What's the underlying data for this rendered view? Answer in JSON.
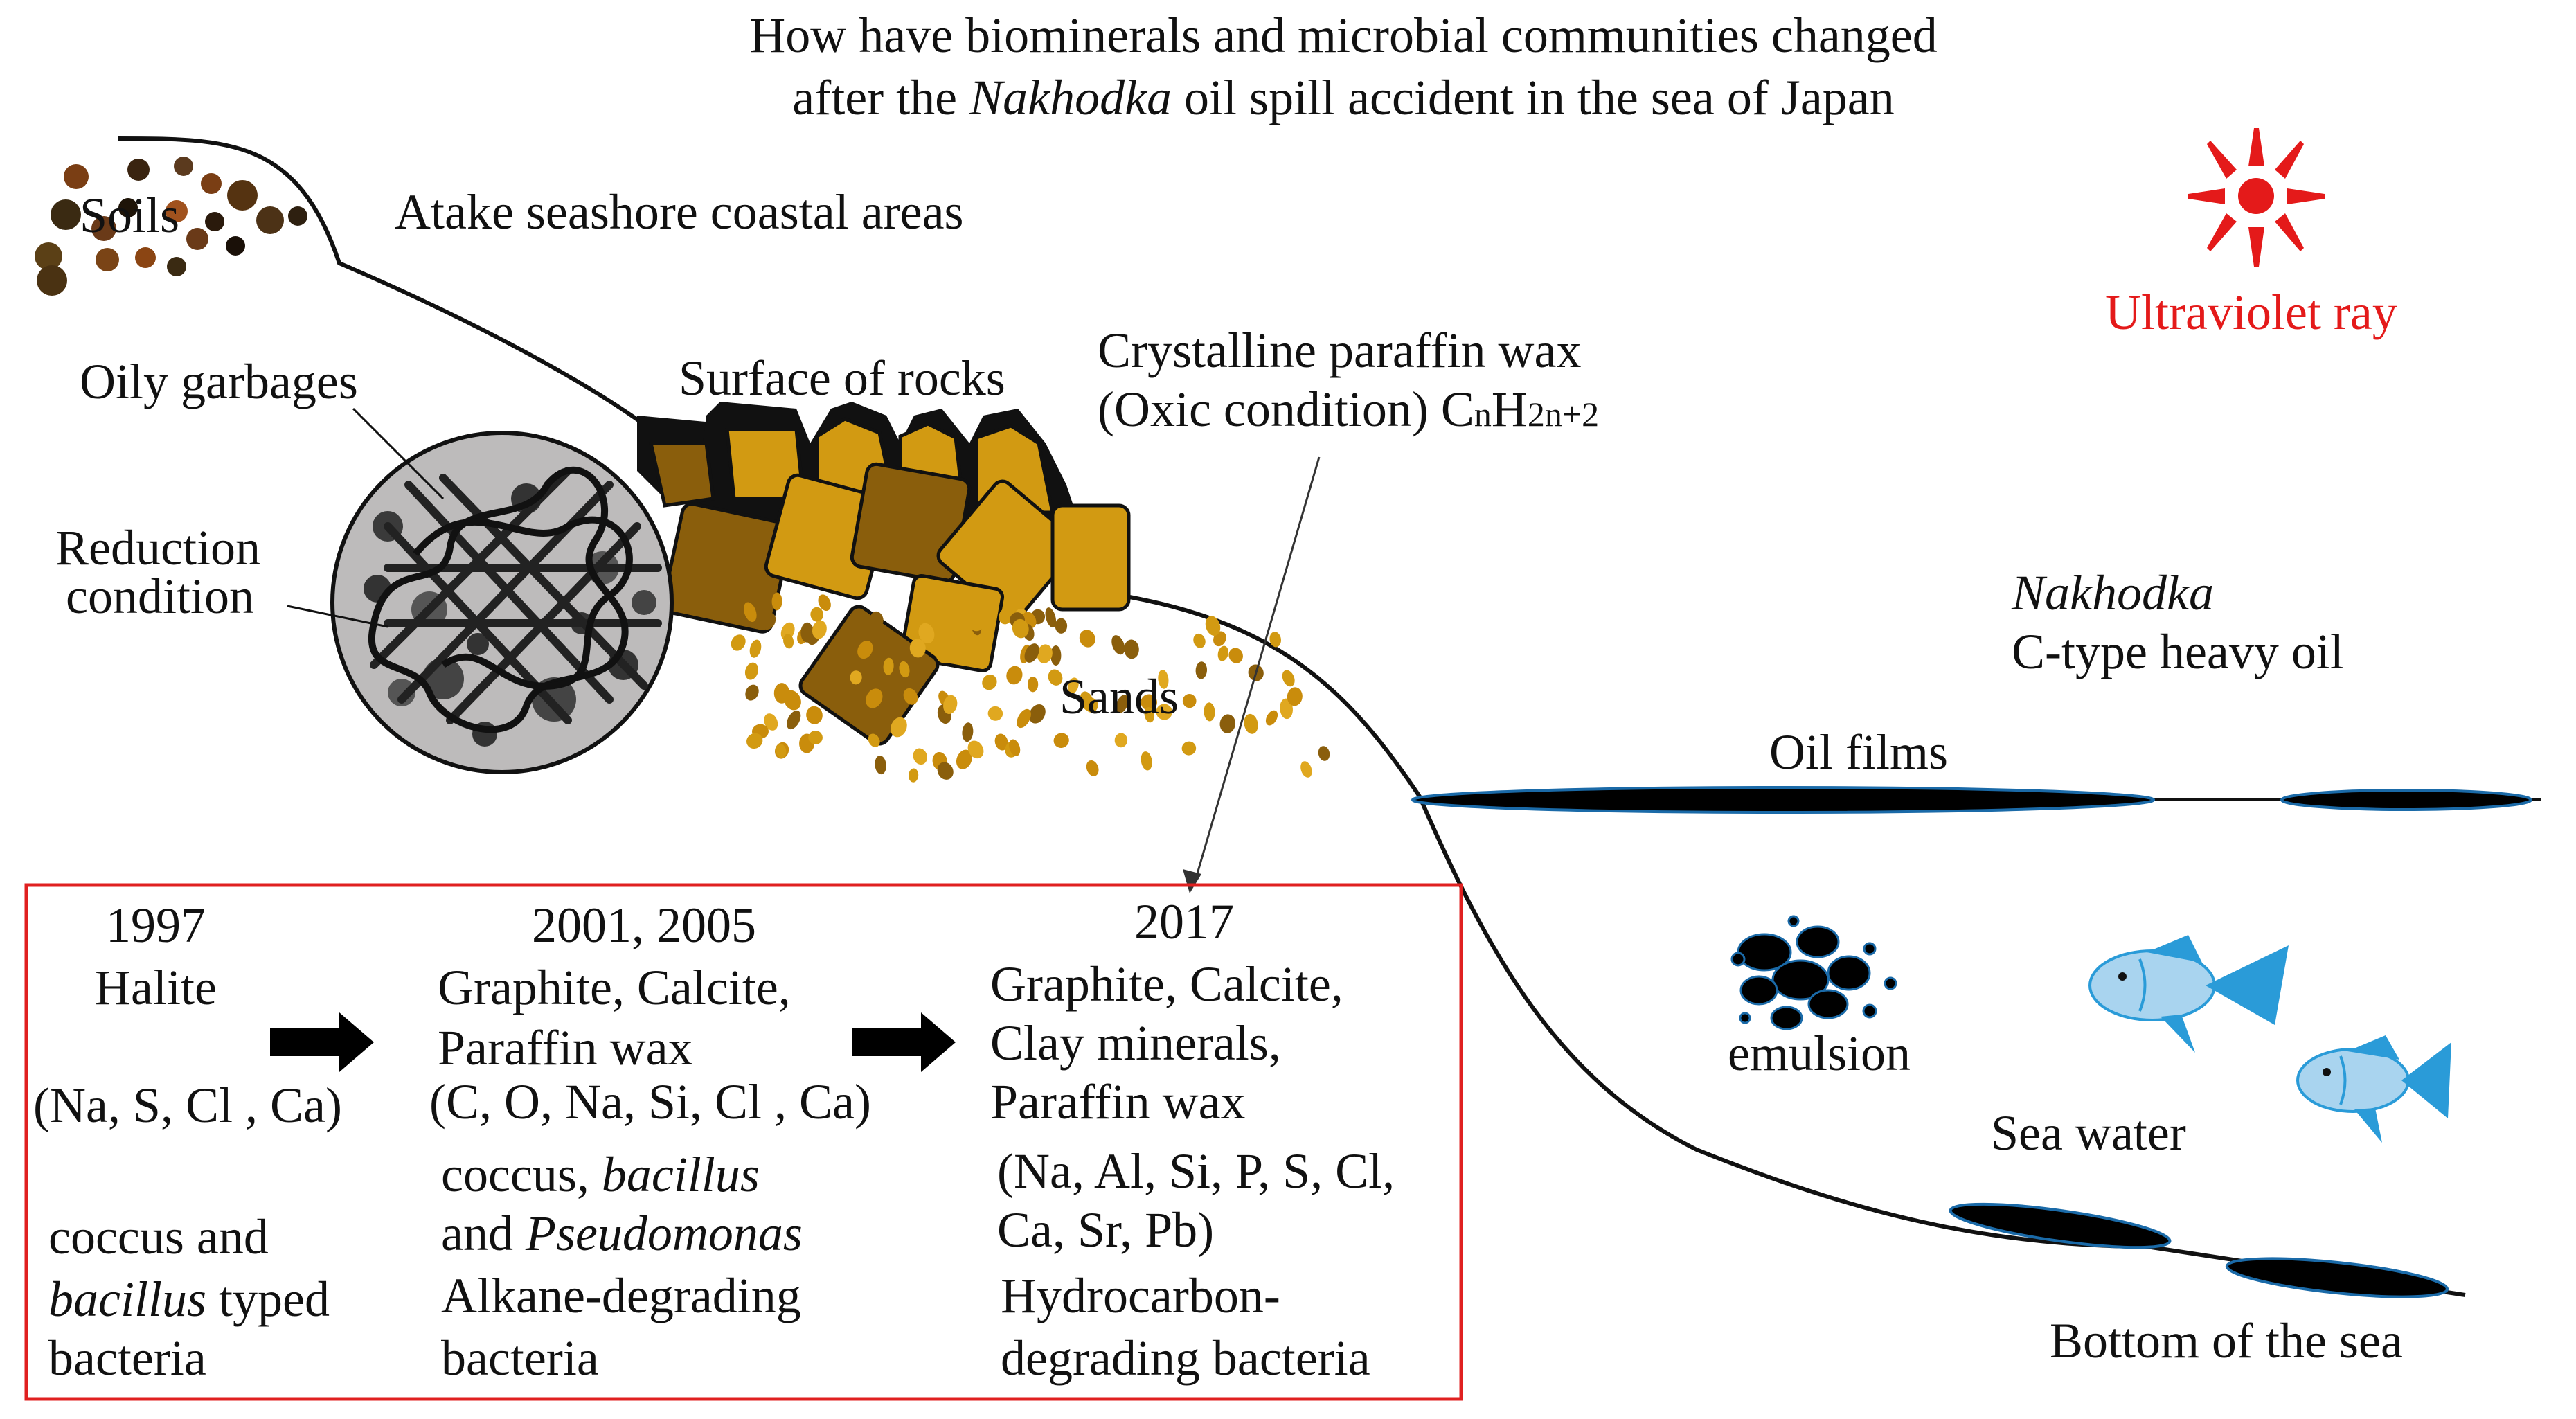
{
  "title": {
    "line1": "How have biominerals and microbial communities changed",
    "line2_pre": "after the ",
    "line2_ital": "Nakhodka",
    "line2_post": " oil spill accident in the sea of Japan"
  },
  "labels": {
    "soils": "Soils",
    "area": "Atake seashore coastal areas",
    "oily_garbages": "Oily garbages",
    "surface_rocks": "Surface  of rocks",
    "reduction_1": "Reduction",
    "reduction_2": "condition",
    "paraffin_1": "Crystalline paraffin wax",
    "paraffin_2_pre": "(Oxic condition) C",
    "paraffin_n": "n",
    "paraffin_h": "H",
    "paraffin_sub": "2n+2",
    "sands": "Sands",
    "uv": "Ultraviolet ray",
    "nakhodka": "Nakhodka",
    "oil_type": "C-type heavy oil",
    "oil_films": "Oil films",
    "emulsion": "emulsion",
    "sea_water": "Sea water",
    "bottom": "Bottom of the sea"
  },
  "timeline": {
    "col1": {
      "year": "1997",
      "mineral": "Halite",
      "elements": "(Na, S, Cl , Ca)",
      "bact1": "coccus and",
      "bact2_ital": "bacillus",
      "bact2_post": " typed",
      "bact3": "bacteria"
    },
    "col2": {
      "year": "2001, 2005",
      "min1": "Graphite, Calcite,",
      "min2": "Paraffin wax",
      "elements": "(C, O, Na, Si, Cl , Ca)",
      "bact1_pre": "coccus, ",
      "bact1_ital": "bacillus",
      "bact2_pre": "and ",
      "bact2_ital": "Pseudomonas",
      "bact3": "Alkane-degrading",
      "bact4": "bacteria"
    },
    "col3": {
      "year": "2017",
      "min1": "Graphite, Calcite,",
      "min2": "Clay minerals,",
      "min3": "Paraffin wax",
      "el1": "(Na, Al, Si, P, S, Cl,",
      "el2": "Ca, Sr, Pb)",
      "bact1": "Hydrocarbon-",
      "bact2": "degrading bacteria"
    }
  },
  "colors": {
    "box_border": "#e02020",
    "uv": "#e41a1a",
    "rock": "#d29a12",
    "rock_dark": "#8a5e0c",
    "fish": "#2a9bd8",
    "oil": "#000000"
  }
}
